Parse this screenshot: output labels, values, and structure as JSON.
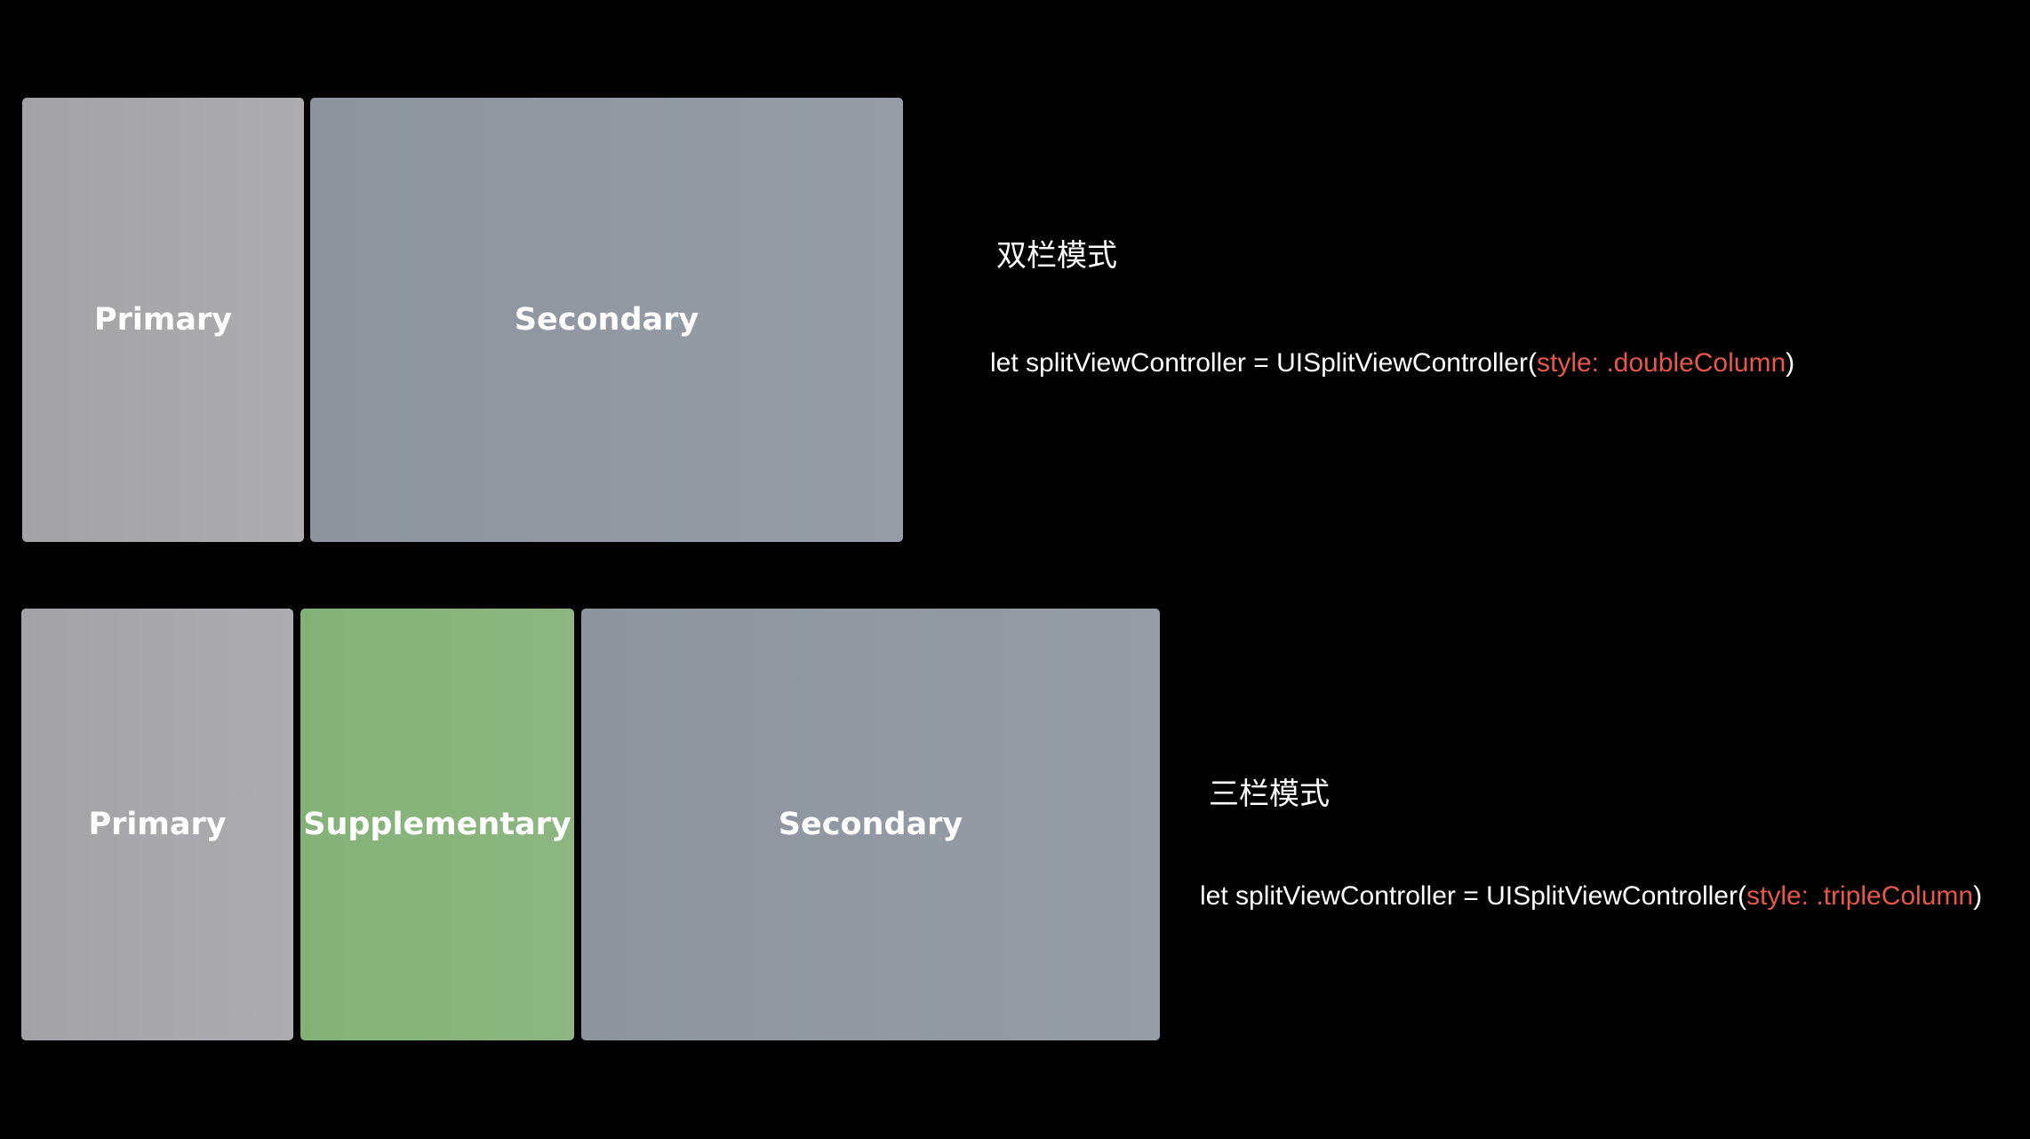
{
  "double_column": {
    "panes": {
      "primary": "Primary",
      "secondary": "Secondary"
    },
    "title": "双栏模式",
    "code": {
      "prefix": "let splitViewController = UISplitViewController(",
      "argument": "style: .doubleColumn",
      "suffix": ")"
    }
  },
  "triple_column": {
    "panes": {
      "primary": "Primary",
      "supplementary": "Supplementary",
      "secondary": "Secondary"
    },
    "title": "三栏模式",
    "code": {
      "prefix": "let splitViewController = UISplitViewController(",
      "argument": "style: .tripleColumn",
      "suffix": ")"
    }
  },
  "colors": {
    "background": "#000000",
    "primary_pane": "#a8a8aa",
    "secondary_pane": "#9299a2",
    "supplementary_pane": "#88b47c",
    "code_argument": "#e8574c",
    "text": "#ffffff"
  }
}
